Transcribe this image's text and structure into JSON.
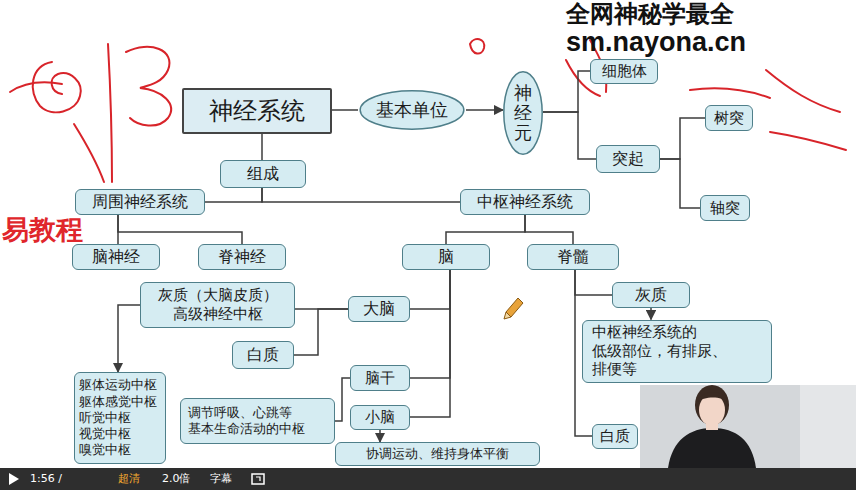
{
  "diagram": {
    "nodes": [
      {
        "text": [
          "神经系统"
        ]
      },
      {
        "text": [
          "基本单位"
        ]
      },
      {
        "text": [
          "神经元"
        ]
      },
      {
        "text": [
          "细胞体"
        ]
      },
      {
        "text": [
          "树突"
        ]
      },
      {
        "text": [
          "突起"
        ]
      },
      {
        "text": [
          "轴突"
        ]
      },
      {
        "text": [
          "组成"
        ]
      },
      {
        "text": [
          "周围神经系统"
        ]
      },
      {
        "text": [
          "中枢神经系统"
        ]
      },
      {
        "text": [
          "脑神经"
        ]
      },
      {
        "text": [
          "脊神经"
        ]
      },
      {
        "text": [
          "脑"
        ]
      },
      {
        "text": [
          "脊髓"
        ]
      },
      {
        "text": [
          "灰质（大脑皮质） 高级神经中枢"
        ]
      },
      {
        "text": [
          "大脑"
        ]
      },
      {
        "text": [
          "灰质"
        ]
      },
      {
        "text": [
          "白质"
        ]
      },
      {
        "text": [
          "中枢神经系统的 低级部位，有排尿、排便等"
        ]
      },
      {
        "text": [
          "脑干"
        ]
      },
      {
        "text": [
          "躯体运动中枢 躯体感觉中枢 听觉中枢 视觉中枢 嗅觉中枢"
        ]
      },
      {
        "text": [
          "调节呼吸、心跳等 基本生命活动的中枢"
        ]
      },
      {
        "text": [
          "小脑"
        ]
      },
      {
        "text": [
          "白质"
        ]
      },
      {
        "text": [
          "协调运动、维持身体平衡"
        ]
      }
    ],
    "edges": [
      {
        "from": 0,
        "to": 1,
        "arrow": "none"
      },
      {
        "from": 1,
        "to": 2,
        "arrow": "to"
      },
      {
        "from": 2,
        "to": 3,
        "arrow": "none"
      },
      {
        "from": 2,
        "to": 5,
        "arrow": "none"
      },
      {
        "from": 5,
        "to": 4,
        "arrow": "none"
      },
      {
        "from": 5,
        "to": 6,
        "arrow": "none"
      },
      {
        "from": 0,
        "to": 7,
        "arrow": "none"
      },
      {
        "from": 7,
        "to": 8,
        "arrow": "none"
      },
      {
        "from": 7,
        "to": 9,
        "arrow": "none"
      },
      {
        "from": 8,
        "to": 10,
        "arrow": "none"
      },
      {
        "from": 8,
        "to": 11,
        "arrow": "none"
      },
      {
        "from": 9,
        "to": 12,
        "arrow": "none"
      },
      {
        "from": 9,
        "to": 13,
        "arrow": "none"
      },
      {
        "from": 12,
        "to": 15,
        "arrow": "none"
      },
      {
        "from": 12,
        "to": 19,
        "arrow": "none"
      },
      {
        "from": 12,
        "to": 22,
        "arrow": "none"
      },
      {
        "from": 15,
        "to": 14,
        "arrow": "none"
      },
      {
        "from": 15,
        "to": 17,
        "arrow": "none"
      },
      {
        "from": 14,
        "to": 20,
        "arrow": "to"
      },
      {
        "from": 19,
        "to": 21,
        "arrow": "none"
      },
      {
        "from": 22,
        "to": 24,
        "arrow": "to"
      },
      {
        "from": 13,
        "to": 16,
        "arrow": "none"
      },
      {
        "from": 16,
        "to": 18,
        "arrow": "to"
      },
      {
        "from": 13,
        "to": 23,
        "arrow": "none"
      }
    ],
    "labels": [
      "全网神秘学最全",
      "sm.nayona.cn",
      "易教程",
      "1:56 /",
      "超清",
      "2.0倍",
      "字幕"
    ]
  }
}
